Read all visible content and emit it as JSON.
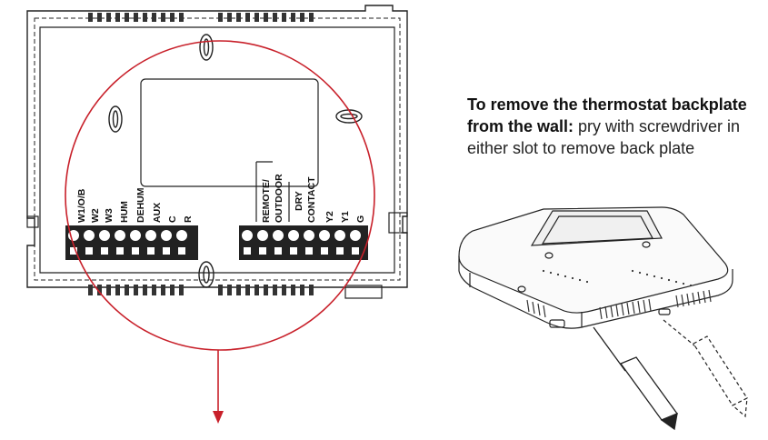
{
  "instructions": {
    "heading": "To remove the thermostat backplate from the wall:",
    "body": " pry with screwdriver in either slot to remove back plate"
  },
  "left_terminals": [
    "W1/O/B",
    "W2",
    "W3",
    "HUM",
    "DEHUM",
    "AUX",
    "C",
    "R"
  ],
  "right_terminals": [
    {
      "lines": [
        "REMOTE/",
        "OUTDOOR"
      ]
    },
    {
      "lines": [
        "DRY",
        "CONTACT"
      ]
    },
    {
      "lines": [
        "Y2"
      ]
    },
    {
      "lines": [
        "Y1"
      ]
    },
    {
      "lines": [
        "G"
      ]
    }
  ],
  "colors": {
    "circle": "#c8202a",
    "line": "#222222"
  }
}
